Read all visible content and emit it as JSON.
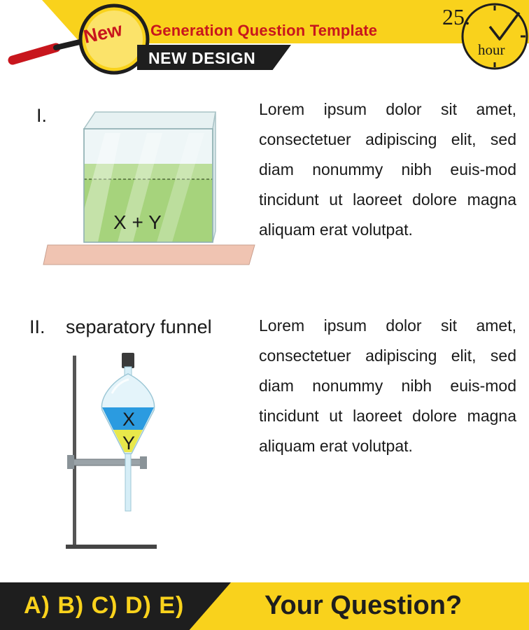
{
  "header": {
    "badge": "New",
    "title": "Generation Question Template",
    "subtitle": "NEW DESIGN",
    "clock": {
      "number": "25.",
      "unit": "hour"
    }
  },
  "questions": [
    {
      "number": "I.",
      "figure_label": "X + Y",
      "text": "Lorem ipsum dolor sit amet, consectetuer adipiscing elit, sed diam nonummy nibh euis-mod tincidunt ut laoreet dolore magna aliquam erat volutpat."
    },
    {
      "number": "II.",
      "label": "separatory funnel",
      "funnel_top_layer": "X",
      "funnel_bottom_layer": "Y",
      "text": "Lorem ipsum dolor sit amet, consectetuer adipiscing elit, sed diam nonummy nibh euis-mod tincidunt ut laoreet dolore magna aliquam erat volutpat."
    }
  ],
  "footer": {
    "options": "A) B) C) D) E)",
    "question": "Your Question?"
  },
  "colors": {
    "yellow": "#f9d21c",
    "dark": "#1e1e1e",
    "red": "#c8161d",
    "liquid_green": "#9dcf6e",
    "funnel_blue": "#2b9be0",
    "funnel_yellow": "#e8e84a"
  },
  "icons": [
    "magnifier-icon",
    "clock-icon",
    "beaker-figure",
    "separatory-funnel-figure"
  ]
}
